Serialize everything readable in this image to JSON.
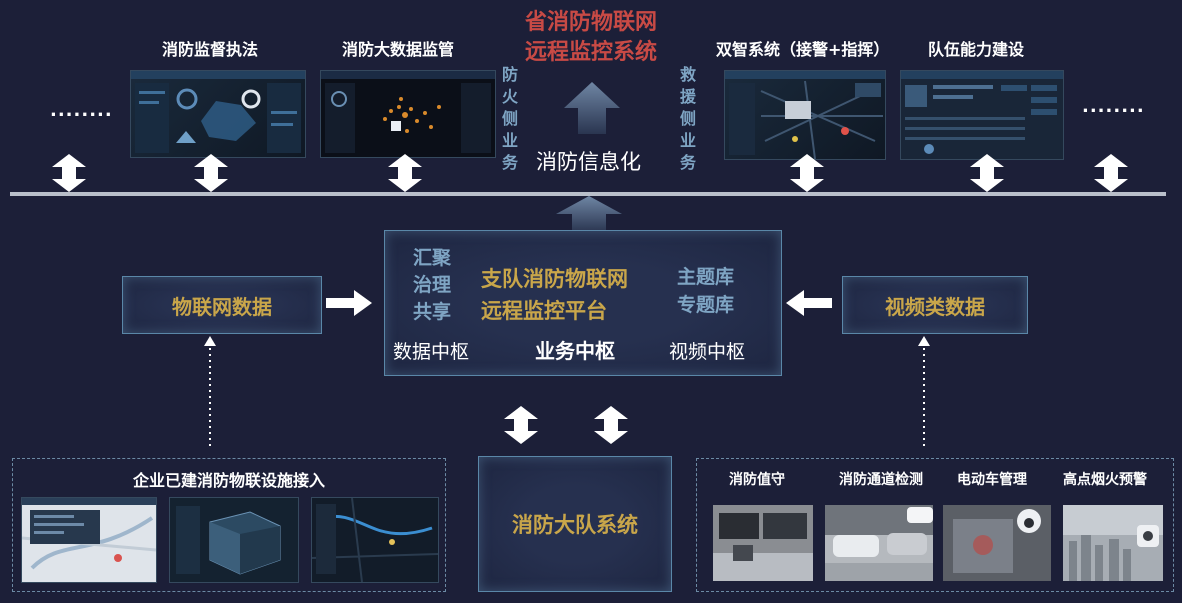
{
  "top": {
    "title_line1": "省消防物联网",
    "title_line2": "远程监控系统",
    "left_labels": [
      "消防监督执法",
      "消防大数据监管"
    ],
    "right_labels": [
      "双智系统（接警+指挥）",
      "队伍能力建设"
    ],
    "left_vertical": "防火侧业务",
    "right_vertical": "救援侧业务",
    "center_label": "消防信息化",
    "ellipsis_left": "........",
    "ellipsis_right": "........"
  },
  "middle": {
    "left_box": "物联网数据",
    "right_box": "视频类数据",
    "platform_line1": "支队消防物联网",
    "platform_line2": "远程监控平台",
    "left_stack": [
      "汇聚",
      "治理",
      "共享"
    ],
    "right_stack": [
      "主题库",
      "专题库"
    ],
    "hub_left": "数据中枢",
    "hub_center": "业务中枢",
    "hub_right": "视频中枢"
  },
  "bottom": {
    "left_title": "企业已建消防物联设施接入",
    "center_box": "消防大队系统",
    "right_labels": [
      "消防值守",
      "消防通道检测",
      "电动车管理",
      "高点烟火预警"
    ]
  },
  "colors": {
    "background": "#1c1f38",
    "title_red": "#c84a45",
    "gold": "#c9a64a",
    "vertical_text": "#7fa5c4"
  }
}
